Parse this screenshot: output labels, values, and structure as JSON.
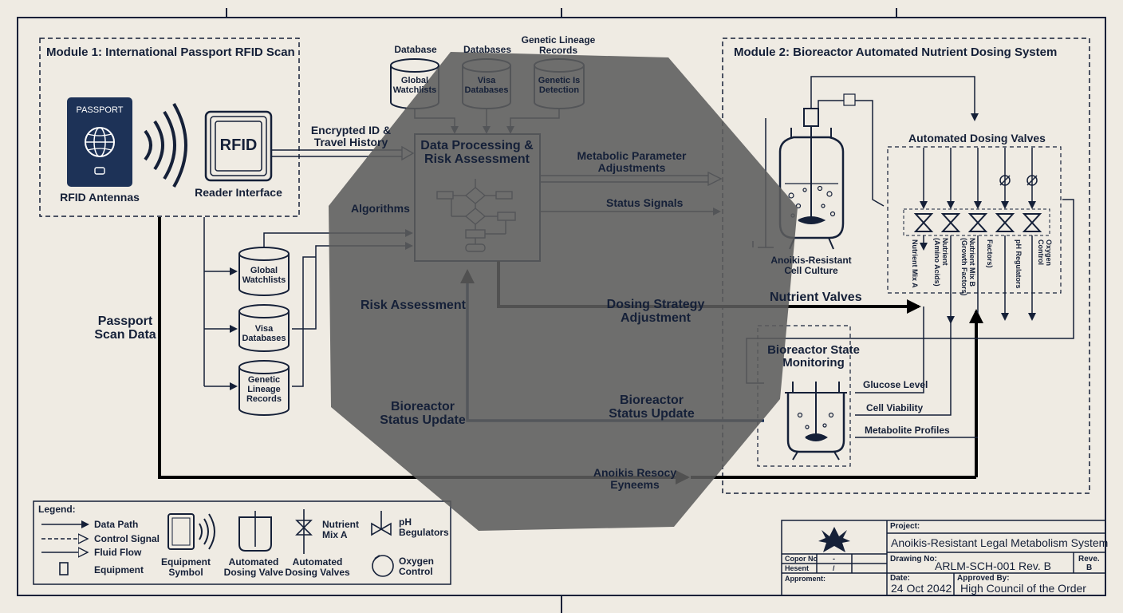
{
  "module1": {
    "title": "Module 1: International Passport RFID Scan",
    "passport_label": "PASSPORT",
    "rfid_text": "RFID",
    "antennas_label": "RFID Antennas",
    "reader_label": "Reader Interface"
  },
  "module2": {
    "title": "Module 2: Bioreactor Automated Nutrient Dosing System",
    "dosing_valves_title": "Automated Dosing Valves",
    "culture_label": "Anoikis-Resistant\nCell Culture",
    "valve_labels": [
      "Nutrient Mix A",
      "Nutrient\n(Amino Acids)",
      "Nutrient Mix B\n(Growth Factors)",
      "Factors)",
      "pH Regulators",
      "Oxygen\nControl"
    ],
    "state_title": "Bioreactor State\nMonitoring",
    "glucose": "Glucose Level",
    "viability": "Cell Viability",
    "metabolite": "Metabolite Profiles"
  },
  "databases_top": [
    {
      "caption": "Database",
      "name": "Global\nWatchlists"
    },
    {
      "caption": "Databases",
      "name": "Visa\nDatabases"
    },
    {
      "caption": "Genetic Lineage\nRecords",
      "name": "Genetic Is\nDetection"
    }
  ],
  "databases_side": [
    "Global\nWatchlists",
    "Visa\nDatabases",
    "Genetic\nLineage\nRecords"
  ],
  "processing_title": "Data Processing &\nRisk Assessment",
  "flow_labels": {
    "encrypted": "Encrypted ID &\nTravel History",
    "algorithms": "Algorithms",
    "metabolic": "Metabolic Parameter\nAdjustments",
    "status_signals": "Status Signals",
    "passport_scan": "Passport\nScan Data",
    "risk": "Risk Assessment",
    "dosing_strategy": "Dosing Strategy\nAdjustment",
    "nutrient_valves": "Nutrient Valves",
    "bio_status_left": "Bioreactor\nStatus Update",
    "bio_status_right": "Bioreactor\nStatus Update",
    "anoikis": "Anoikis Resocy\nEyneems"
  },
  "legend": {
    "title": "Legend:",
    "items": [
      "Data Path",
      "Control Signal",
      "Fluid Flow",
      "Equipment"
    ],
    "symbols": [
      "Equipment\nSymbol",
      "Automated\nDosing Valve",
      "Automated\nDosing Valves"
    ],
    "nutrient": "Nutrient\nMix A",
    "ph": "pH\nBegulators",
    "oxygen": "Oxygen\nControl"
  },
  "title_block": {
    "project_label": "Project:",
    "project": "Anoikis-Resistant Legal Metabolism System",
    "drawing_label": "Drawing No:",
    "drawing": "ARLM-SCH-001 Rev. B",
    "rev_label": "Reve.",
    "rev": "B",
    "date_label": "Date:",
    "date": "24 Oct 2042",
    "approved_label": "Approved By:",
    "approved": "High Council of the Order",
    "copor_label": "Copor No",
    "copor_val": "-",
    "hesent_label": "Hesent",
    "hesent_val": "/",
    "approment_label": "Approment:"
  },
  "colors": {
    "ink": "#152038",
    "paper": "#efebe3",
    "passport": "#1d3257",
    "watermark": "#5c5c5c"
  }
}
